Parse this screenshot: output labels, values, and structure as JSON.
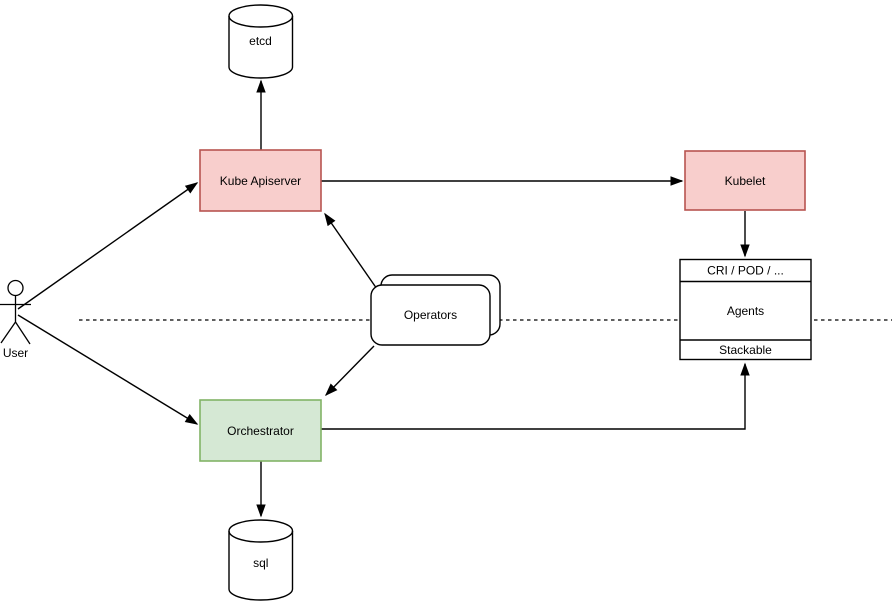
{
  "diagram": {
    "nodes": {
      "etcd": {
        "label": "etcd",
        "shape": "cylinder"
      },
      "kube_apiserver": {
        "label": "Kube Apiserver",
        "shape": "rect"
      },
      "kubelet": {
        "label": "Kubelet",
        "shape": "rect"
      },
      "operators": {
        "label": "Operators",
        "shape": "stacked-rounded-rect"
      },
      "agents_stack": {
        "header": "CRI / POD / ...",
        "body": "Agents",
        "footer": "Stackable",
        "shape": "list"
      },
      "orchestrator": {
        "label": "Orchestrator",
        "shape": "rect"
      },
      "sql": {
        "label": "sql",
        "shape": "cylinder"
      },
      "user": {
        "label": "User",
        "shape": "actor"
      }
    },
    "edges": [
      {
        "from": "user",
        "to": "kube_apiserver",
        "directed": true
      },
      {
        "from": "user",
        "to": "orchestrator",
        "directed": true
      },
      {
        "from": "kube_apiserver",
        "to": "etcd",
        "directed": true
      },
      {
        "from": "kube_apiserver",
        "to": "kubelet",
        "directed": true
      },
      {
        "from": "operators",
        "to": "kube_apiserver",
        "directed": true
      },
      {
        "from": "operators",
        "to": "orchestrator",
        "directed": true
      },
      {
        "from": "kubelet",
        "to": "agents_stack",
        "directed": true
      },
      {
        "from": "orchestrator",
        "to": "sql",
        "directed": true
      },
      {
        "from": "orchestrator",
        "to": "agents_stack_footer",
        "directed": true
      }
    ],
    "separator": {
      "style": "dashed",
      "orientation": "horizontal"
    }
  },
  "colors": {
    "red_fill": "#f8cecc",
    "red_stroke": "#b85450",
    "green_fill": "#d5e8d4",
    "green_stroke": "#82b366",
    "shape_fill": "#ffffff",
    "line": "#000000",
    "background": "#ffffff"
  }
}
